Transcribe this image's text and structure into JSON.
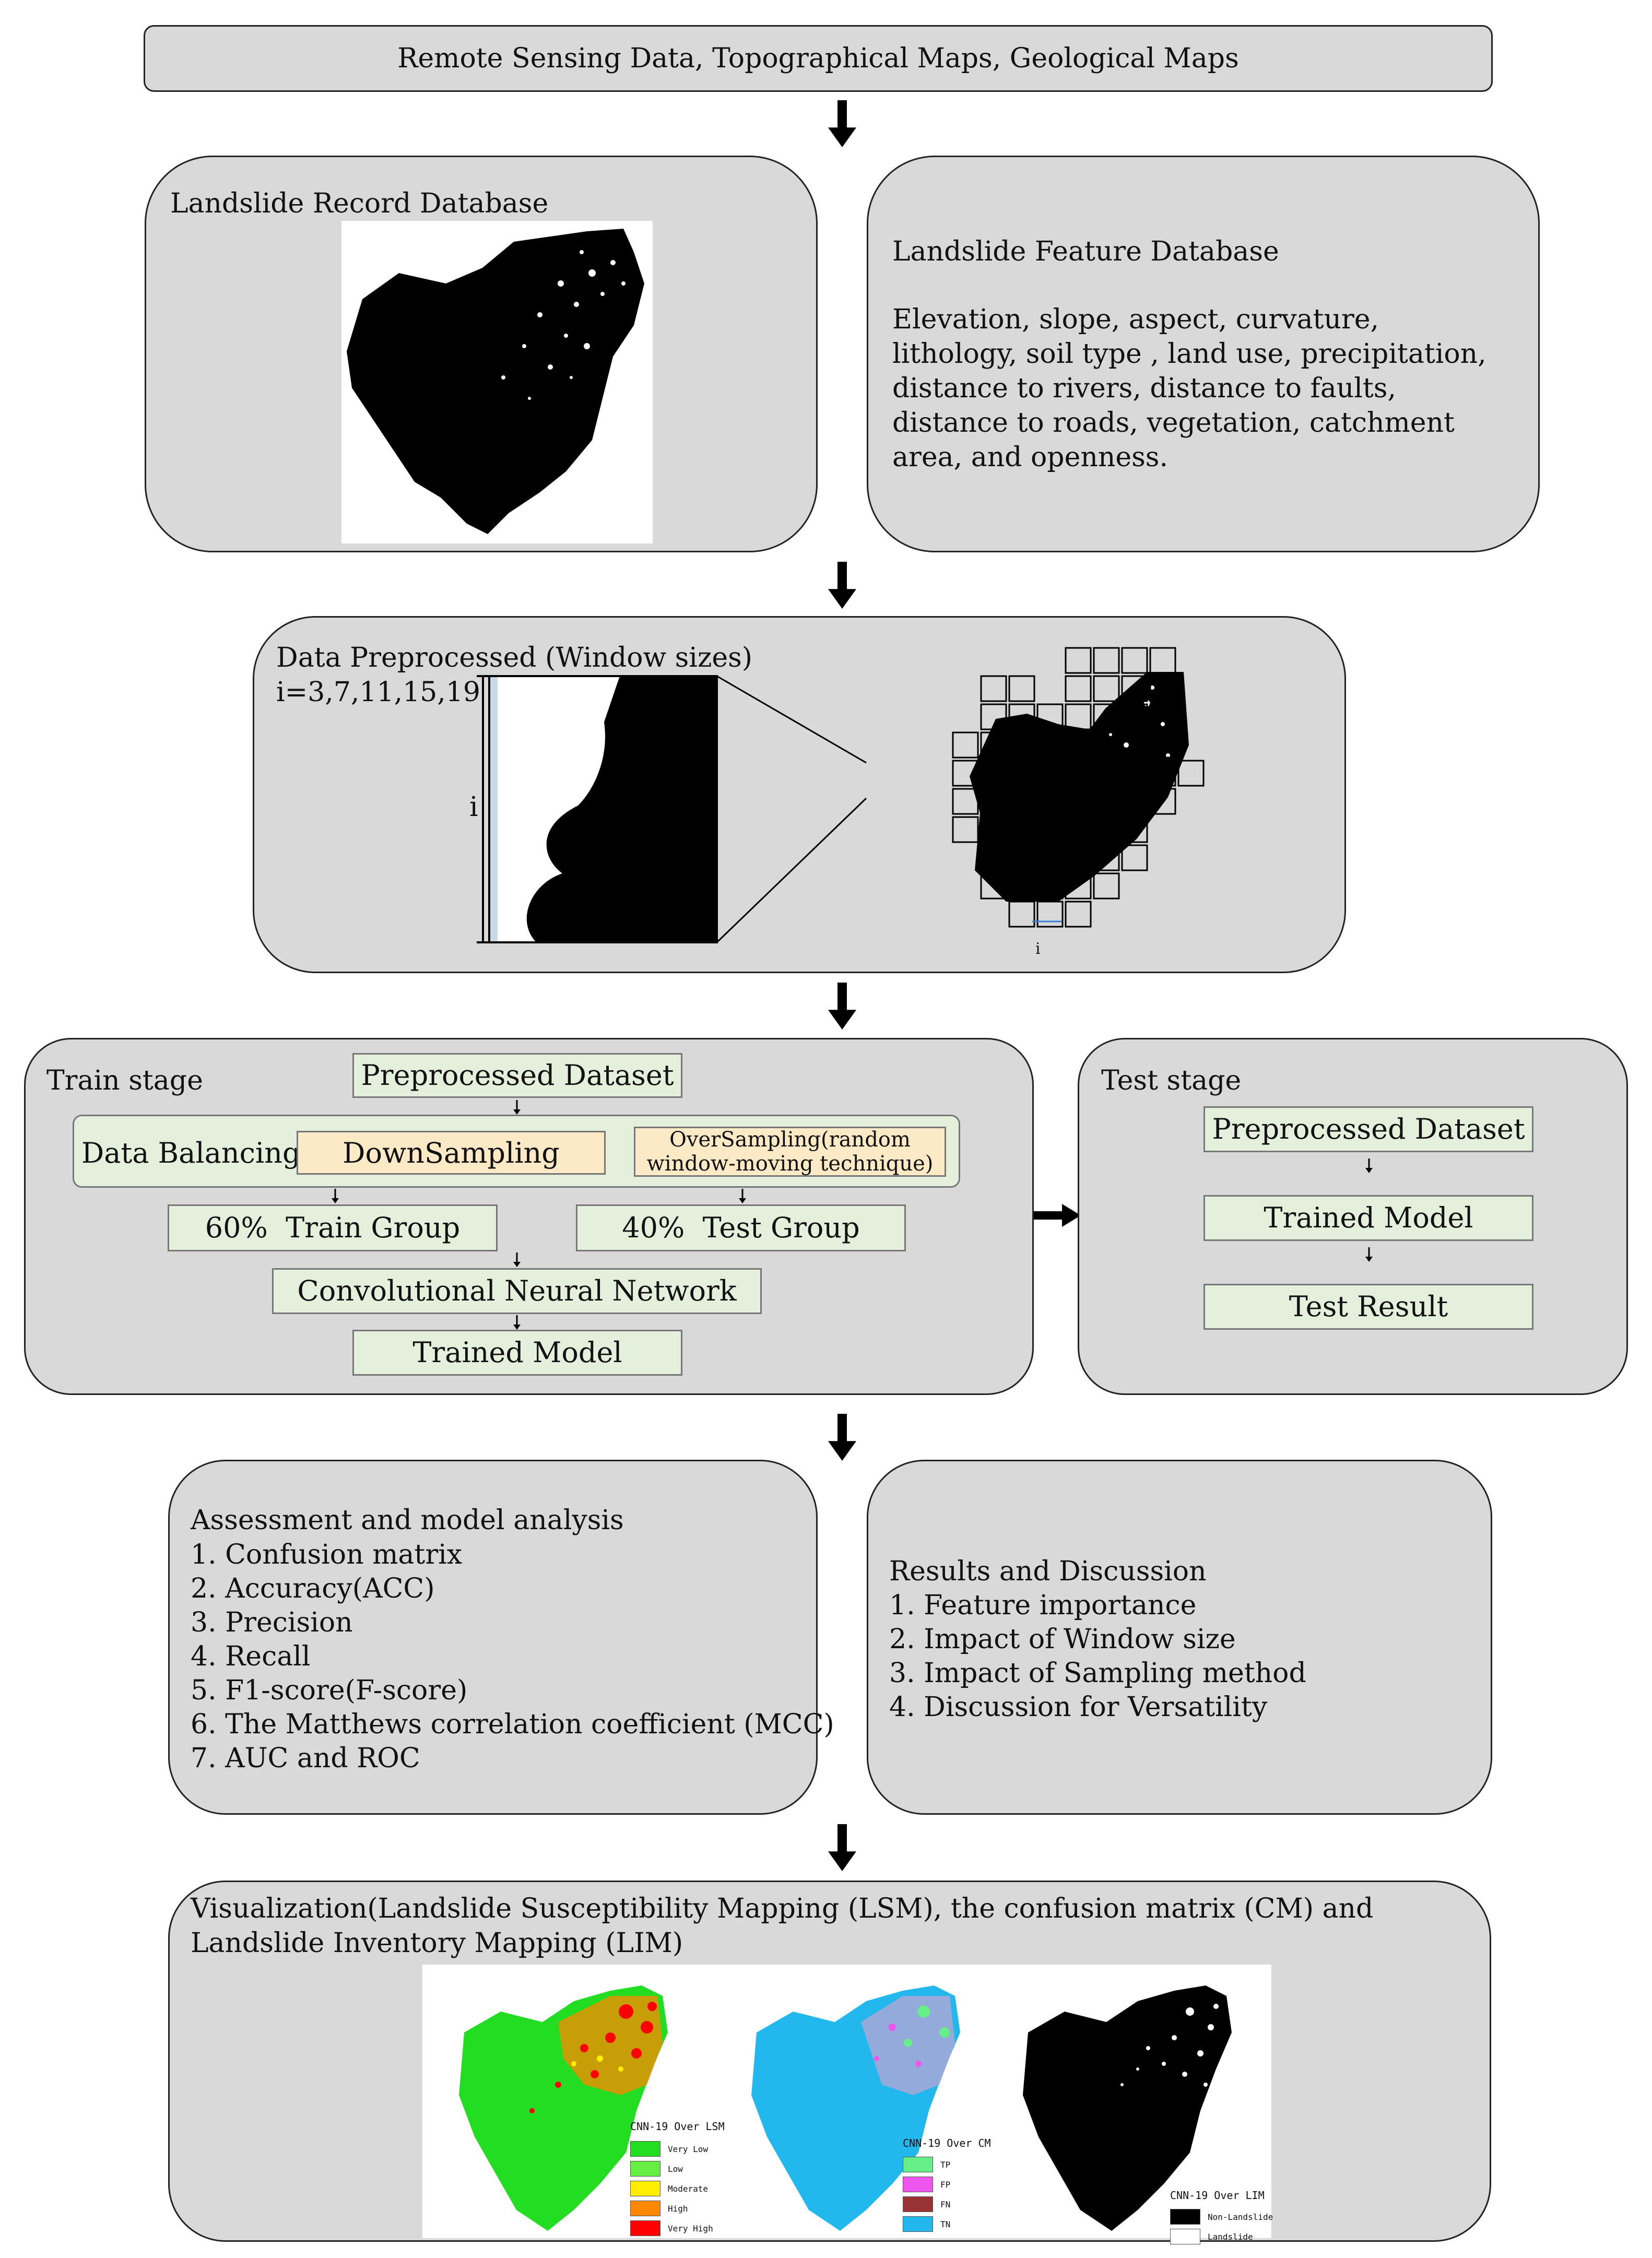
{
  "top_box": {
    "label": "Remote Sensing Data, Topographical Maps, Geological Maps"
  },
  "record_db": {
    "title": "Landslide Record Database"
  },
  "feature_db": {
    "title": "Landslide Feature Database",
    "description": "Elevation, slope, aspect, curvature, lithology, soil type , land use, precipitation, distance to rivers, distance to faults, distance to roads, vegetation, catchment area, and openness."
  },
  "preprocess": {
    "title": "Data Preprocessed (Window sizes)",
    "sizes": "i=3,7,11,15,19",
    "dim_label": "i",
    "grid_label": "i"
  },
  "train": {
    "title": "Train stage",
    "preprocessed": "Preprocessed Dataset",
    "balancing": "Data Balancing",
    "downsampling": "DownSampling",
    "oversampling": "OverSampling(random window-moving technique)",
    "train_group": "60%  Train Group",
    "test_group": "40%  Test Group",
    "cnn": "Convolutional Neural Network",
    "trained_model": "Trained Model"
  },
  "test": {
    "title": "Test stage",
    "preprocessed": "Preprocessed Dataset",
    "trained_model": "Trained Model",
    "result": "Test Result"
  },
  "assessment": {
    "title": "Assessment and model analysis",
    "items": [
      "1. Confusion matrix",
      "2. Accuracy(ACC)",
      "3. Precision",
      "4. Recall",
      "5. F1-score(F-score)",
      "6. The Matthews correlation coefficient (MCC)",
      "7. AUC and ROC"
    ]
  },
  "results": {
    "title": "Results and Discussion",
    "items": [
      "1. Feature importance",
      "2. Impact of Window size",
      "3. Impact of Sampling method",
      "4. Discussion for Versatility"
    ]
  },
  "visualization": {
    "title": "Visualization(Landslide Susceptibility Mapping (LSM), the confusion matrix (CM) and Landslide Inventory Mapping (LIM)",
    "lsm": {
      "title": "CNN-19 Over LSM",
      "legend": [
        {
          "label": "Very Low",
          "color": "#22dd22"
        },
        {
          "label": "Low",
          "color": "#66ee44"
        },
        {
          "label": "Moderate",
          "color": "#ffee00"
        },
        {
          "label": "High",
          "color": "#ff8800"
        },
        {
          "label": "Very High",
          "color": "#ff0000"
        }
      ]
    },
    "cm": {
      "title": "CNN-19 Over CM",
      "legend": [
        {
          "label": "TP",
          "color": "#66ee88"
        },
        {
          "label": "FP",
          "color": "#ee55ee"
        },
        {
          "label": "FN",
          "color": "#993333"
        },
        {
          "label": "TN",
          "color": "#22b8ee"
        }
      ]
    },
    "lim": {
      "title": "CNN-19 Over LIM",
      "legend": [
        {
          "label": "Non-Landslide",
          "color": "#000000"
        },
        {
          "label": "Landslide",
          "color": "#ffffff"
        }
      ]
    }
  }
}
